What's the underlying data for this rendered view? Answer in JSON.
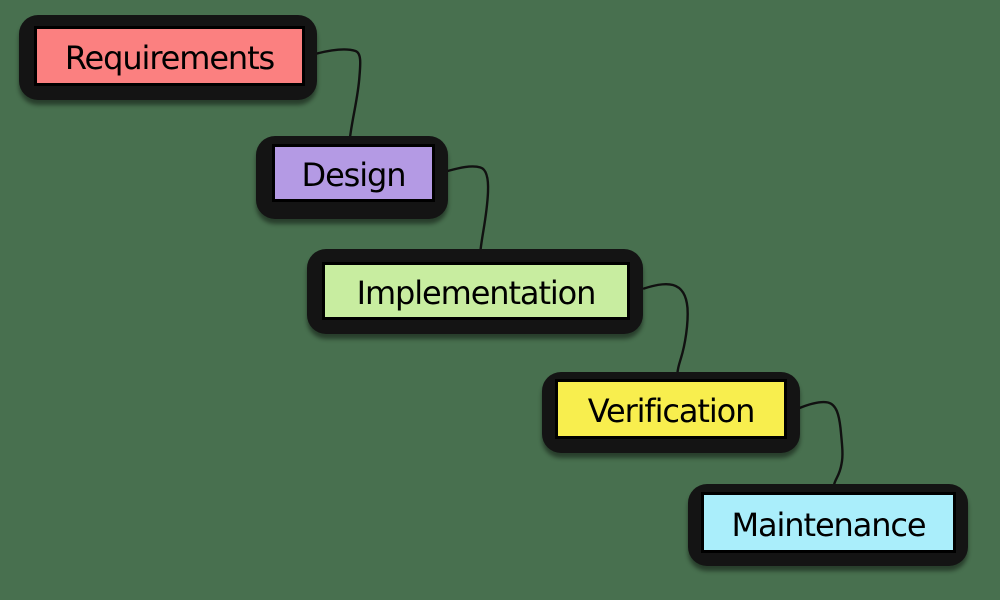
{
  "diagram": {
    "type": "flowchart-waterfall-model",
    "background_color": "#48704f",
    "stages": [
      {
        "id": "requirements",
        "label": "Requirements",
        "fill": "#fb8080"
      },
      {
        "id": "design",
        "label": "Design",
        "fill": "#b49ae4"
      },
      {
        "id": "implementation",
        "label": "Implementation",
        "fill": "#c8eda0"
      },
      {
        "id": "verification",
        "label": "Verification",
        "fill": "#f8ee4e"
      },
      {
        "id": "maintenance",
        "label": "Maintenance",
        "fill": "#aaeefb"
      }
    ],
    "connections": [
      {
        "from": "requirements",
        "to": "design"
      },
      {
        "from": "design",
        "to": "implementation"
      },
      {
        "from": "implementation",
        "to": "verification"
      },
      {
        "from": "verification",
        "to": "maintenance"
      }
    ],
    "connector_color": "#111111"
  }
}
